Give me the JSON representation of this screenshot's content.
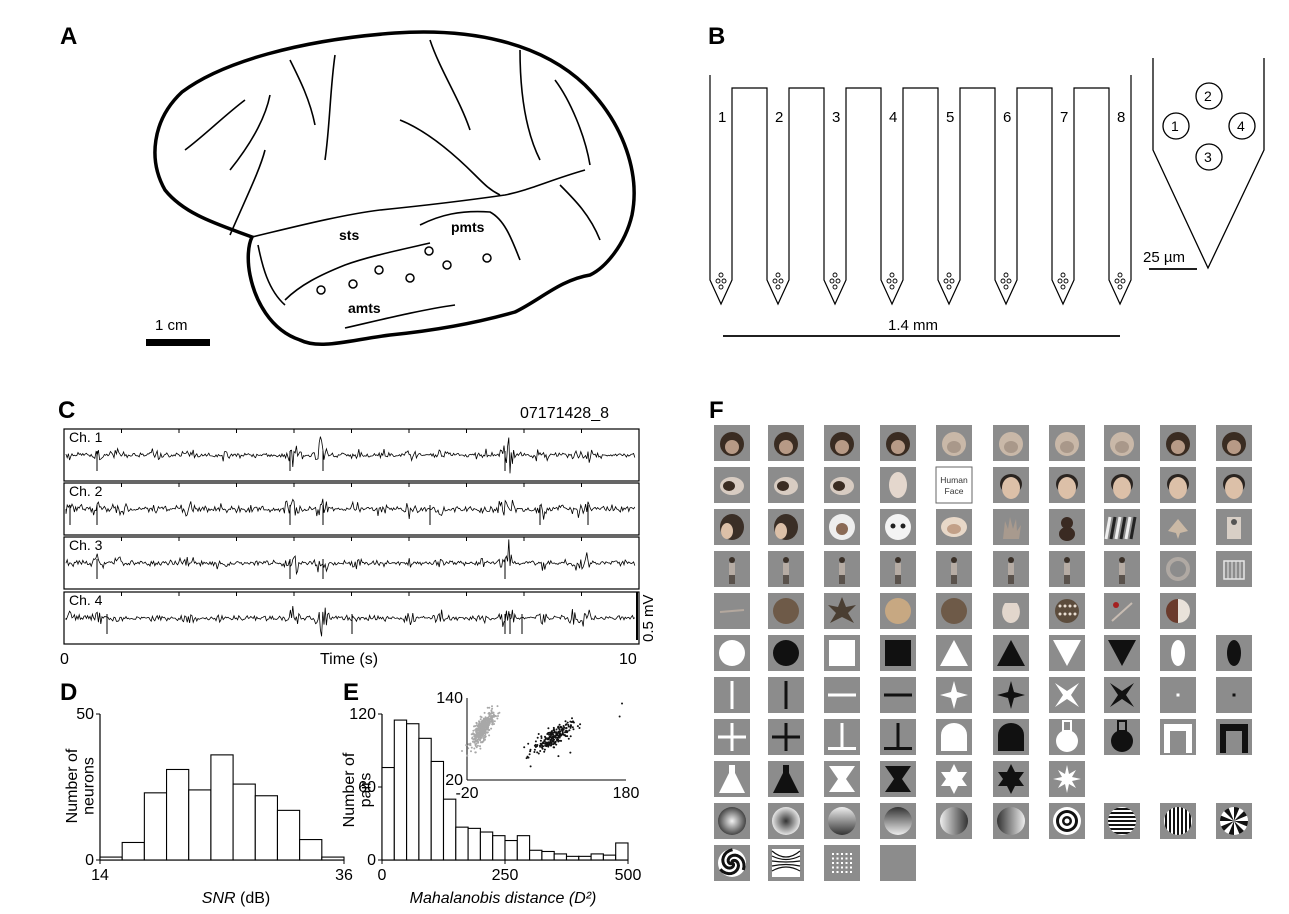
{
  "panels": {
    "A": {
      "letter": "A",
      "labels": {
        "sts": "sts",
        "pmts": "pmts",
        "amts": "amts"
      },
      "scalebar": "1 cm"
    },
    "B": {
      "letter": "B",
      "shanks": [
        "1",
        "2",
        "3",
        "4",
        "5",
        "6",
        "7",
        "8"
      ],
      "tetrode": [
        "1",
        "2",
        "3",
        "4"
      ],
      "scalebar_small": "25 µm",
      "scalebar_large": "1.4 mm"
    },
    "C": {
      "letter": "C",
      "recording_id": "07171428_8",
      "channels": [
        "Ch. 1",
        "Ch. 2",
        "Ch. 3",
        "Ch. 4"
      ],
      "scale_voltage": "0.5 mV",
      "xaxis": {
        "label": "Time (s)",
        "min": "0",
        "max": "10"
      }
    },
    "D": {
      "letter": "D"
    },
    "E": {
      "letter": "E"
    },
    "F": {
      "letter": "F",
      "human_face_label": [
        "Human",
        "Face"
      ],
      "rows": [
        [
          "monkey-face",
          "monkey-face",
          "monkey-face",
          "monkey-face",
          "monkey-face-pale",
          "monkey-face-pale",
          "monkey-face-pale",
          "monkey-face-pale",
          "monkey-face",
          "monkey-face"
        ],
        [
          "monkey-face-side",
          "monkey-face-side",
          "monkey-face-side",
          "mannequin-face",
          "human-face-label",
          "human-face",
          "human-face",
          "human-face",
          "human-face",
          "human-face"
        ],
        [
          "human-head-side",
          "human-head-side",
          "panda-doll",
          "tiger-doll",
          "doll-face",
          "hand",
          "toy-bear",
          "zebra",
          "moth",
          "toy-robot"
        ],
        [
          "human-body",
          "human-body",
          "human-body",
          "human-body",
          "human-body",
          "human-body",
          "human-body",
          "human-body",
          "ring",
          "cage"
        ],
        [
          "object-stick",
          "fruit-ball",
          "leaf",
          "fruit-half",
          "fruit-ball",
          "pepper",
          "cookie",
          "tool",
          "fruit-cut",
          ""
        ],
        [
          "circle-white",
          "circle-black",
          "square-white",
          "square-black",
          "triangle-white",
          "triangle-black",
          "triangle-down-white",
          "triangle-down-black",
          "ellipse-white",
          "ellipse-black"
        ],
        [
          "bar-vert-white",
          "bar-vert-black",
          "bar-horiz-white",
          "bar-horiz-black",
          "star4-white",
          "star4-black",
          "x-white",
          "x-black",
          "dot-white",
          "dot-black"
        ],
        [
          "cross-white",
          "cross-black",
          "t-inv-white",
          "t-inv-black",
          "arch-white",
          "arch-black",
          "keyhole-white",
          "keyhole-black",
          "gate-white",
          "gate-black"
        ],
        [
          "flask-white",
          "flask-black",
          "hourglass-white",
          "hourglass-black",
          "star6-white",
          "star6-black",
          "star8-white",
          "",
          "",
          ""
        ],
        [
          "grad-radial",
          "grad-radial-inv",
          "grad-vert",
          "grad-vert-inv",
          "grad-horiz",
          "grad-horiz-inv",
          "concentric",
          "grating-horiz",
          "grating-vert",
          "pinwheel"
        ],
        [
          "spiral",
          "hyperbolic",
          "dot-grid",
          "blank",
          "",
          "",
          "",
          "",
          "",
          ""
        ]
      ]
    }
  },
  "chart_data": [
    {
      "type": "bar",
      "panel": "D",
      "xlabel": "SNR (dB)",
      "ylabel": "Number of neurons",
      "xlim": [
        14,
        36
      ],
      "ylim": [
        0,
        50
      ],
      "xticks": [
        "14",
        "36"
      ],
      "yticks": [
        "0",
        "50"
      ],
      "bin_edges": [
        14,
        16,
        18,
        20,
        22,
        24,
        26,
        28,
        30,
        32,
        34,
        36
      ],
      "values": [
        1,
        6,
        23,
        31,
        24,
        36,
        26,
        22,
        17,
        7,
        1
      ]
    },
    {
      "type": "bar",
      "panel": "E",
      "xlabel": "Mahalanobis distance (D²)",
      "ylabel": "Number of pairs",
      "xlim": [
        0,
        500
      ],
      "ylim": [
        0,
        120
      ],
      "xticks": [
        "0",
        "250",
        "500"
      ],
      "yticks": [
        "0",
        "60",
        "120"
      ],
      "bin_width": 25,
      "values": [
        76,
        115,
        112,
        100,
        81,
        50,
        27,
        26,
        23,
        20,
        16,
        20,
        8,
        7,
        5,
        3,
        3,
        5,
        4,
        14
      ]
    },
    {
      "type": "scatter",
      "panel": "E-inset",
      "xlim": [
        -20,
        180
      ],
      "ylim": [
        20,
        140
      ],
      "xticks": [
        "-20",
        "180"
      ],
      "yticks": [
        "20",
        "140"
      ],
      "series": [
        {
          "color": "#a8a8a8",
          "center": [
            0,
            95
          ],
          "spread": [
            7,
            12
          ],
          "count": 420
        },
        {
          "color": "#111111",
          "center": [
            88,
            82
          ],
          "spread": [
            12,
            10
          ],
          "count": 240
        }
      ],
      "outliers": [
        [
          175,
          132
        ],
        [
          172,
          113
        ],
        [
          55,
          52
        ],
        [
          60,
          40
        ],
        [
          95,
          55
        ],
        [
          110,
          60
        ]
      ]
    }
  ]
}
